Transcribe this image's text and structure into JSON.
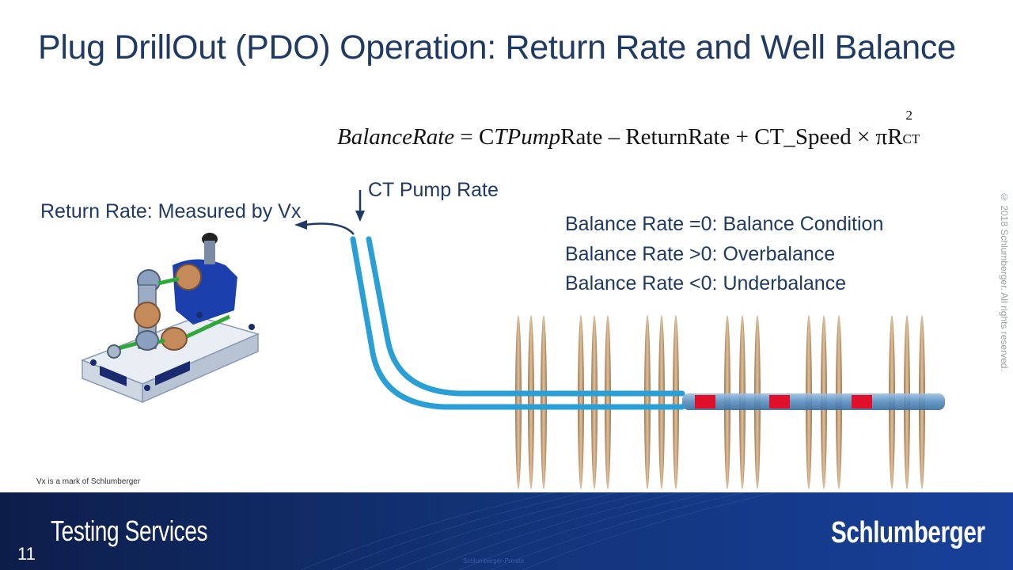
{
  "slide": {
    "title": "Plug DrillOut (PDO) Operation: Return Rate and Well Balance",
    "formula": {
      "lhs": "BalanceRate",
      "eq": " = ",
      "term1_prefix": "C",
      "term1_italic": "TPump",
      "term1_suffix": "Rate",
      "minus": " – ",
      "term2": "ReturnRate",
      "plus": " + ",
      "term3": "CT_Speed",
      "times": " × ",
      "term4": "πR",
      "superscript": "2",
      "subscript": "CT"
    },
    "return_label": "Return Rate: Measured by Vx",
    "pump_label": "CT Pump Rate",
    "conditions": [
      "Balance Rate =0: Balance Condition",
      "Balance Rate >0: Overbalance",
      "Balance Rate <0: Underbalance"
    ],
    "copyright": "© 2018 Schlumberger. All rights reserved.",
    "mark_note": "Vx is a mark of Schlumberger",
    "page_number": "11"
  },
  "footer": {
    "title": "Testing Services",
    "brand": "Schlumberger",
    "brand_footnote": "Schlumberger-Private"
  },
  "colors": {
    "title": "#1f3a63",
    "tubing_blue": "#2a9fd6",
    "casing_blue": "#6fa3cf",
    "plug_red": "#e0102a",
    "fracture_tan": "#c9a27a",
    "footer_dark": "#0d1d4a",
    "footer_light": "#17409a"
  }
}
